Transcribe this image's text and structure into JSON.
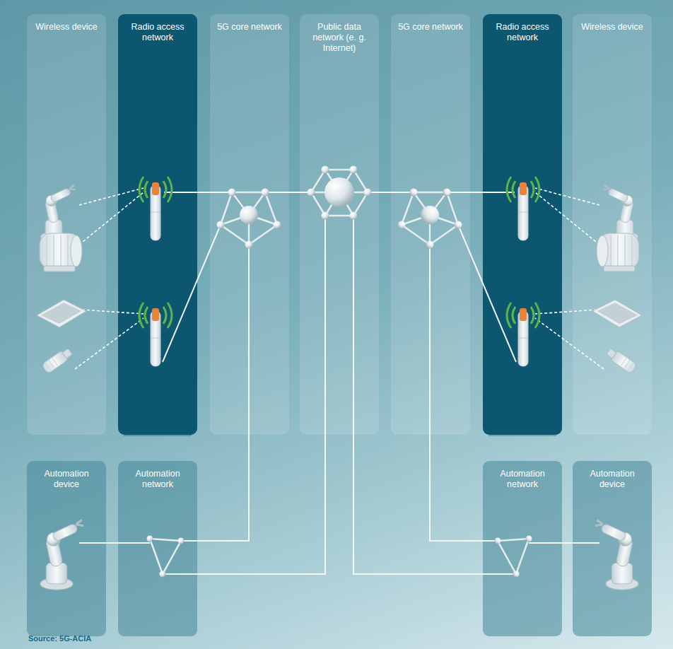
{
  "diagram": {
    "nodes": [
      {
        "text": [
          "Wireless device"
        ]
      },
      {
        "text": [
          "Radio access network"
        ]
      },
      {
        "text": [
          "5G core network"
        ]
      },
      {
        "text": [
          "Public data network (e. g. Internet)"
        ]
      },
      {
        "text": [
          "5G core network"
        ]
      },
      {
        "text": [
          "Radio access network"
        ]
      },
      {
        "text": [
          "Wireless device"
        ]
      },
      {
        "text": [
          "Automation device"
        ]
      },
      {
        "text": [
          "Automation network"
        ]
      },
      {
        "text": [
          "Automation network"
        ]
      },
      {
        "text": [
          "Automation device"
        ]
      }
    ],
    "labels": [
      "Source: 5G-ACIA"
    ]
  }
}
